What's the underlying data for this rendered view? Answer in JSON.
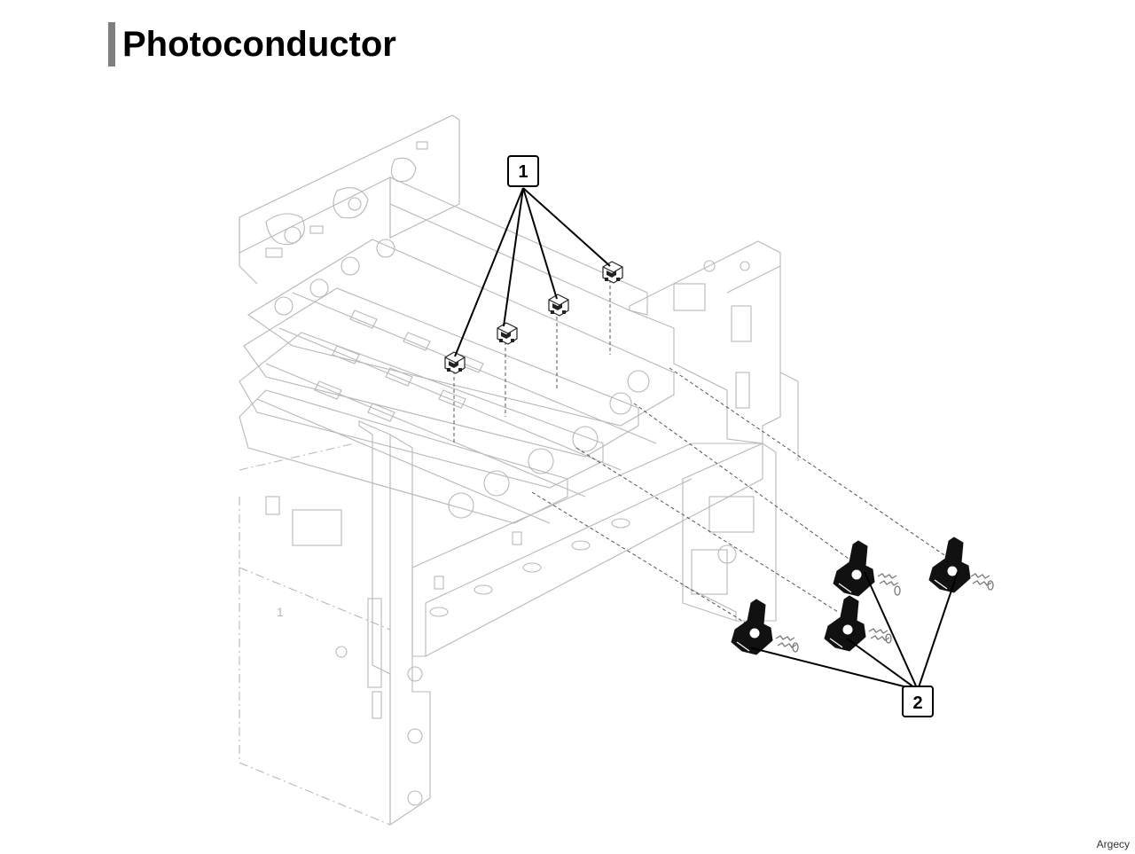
{
  "page": {
    "title": "Photoconductor",
    "footer": "Argecy"
  },
  "diagram": {
    "callouts": [
      {
        "label": "1",
        "icon": "photoconductor-latch"
      },
      {
        "label": "2",
        "icon": "photoconductor-lever"
      }
    ],
    "colors": {
      "title_bar": "#7f7f7f",
      "line_art": "#b5b5b5",
      "leader": "#000000",
      "part_fill": "#111111"
    }
  }
}
